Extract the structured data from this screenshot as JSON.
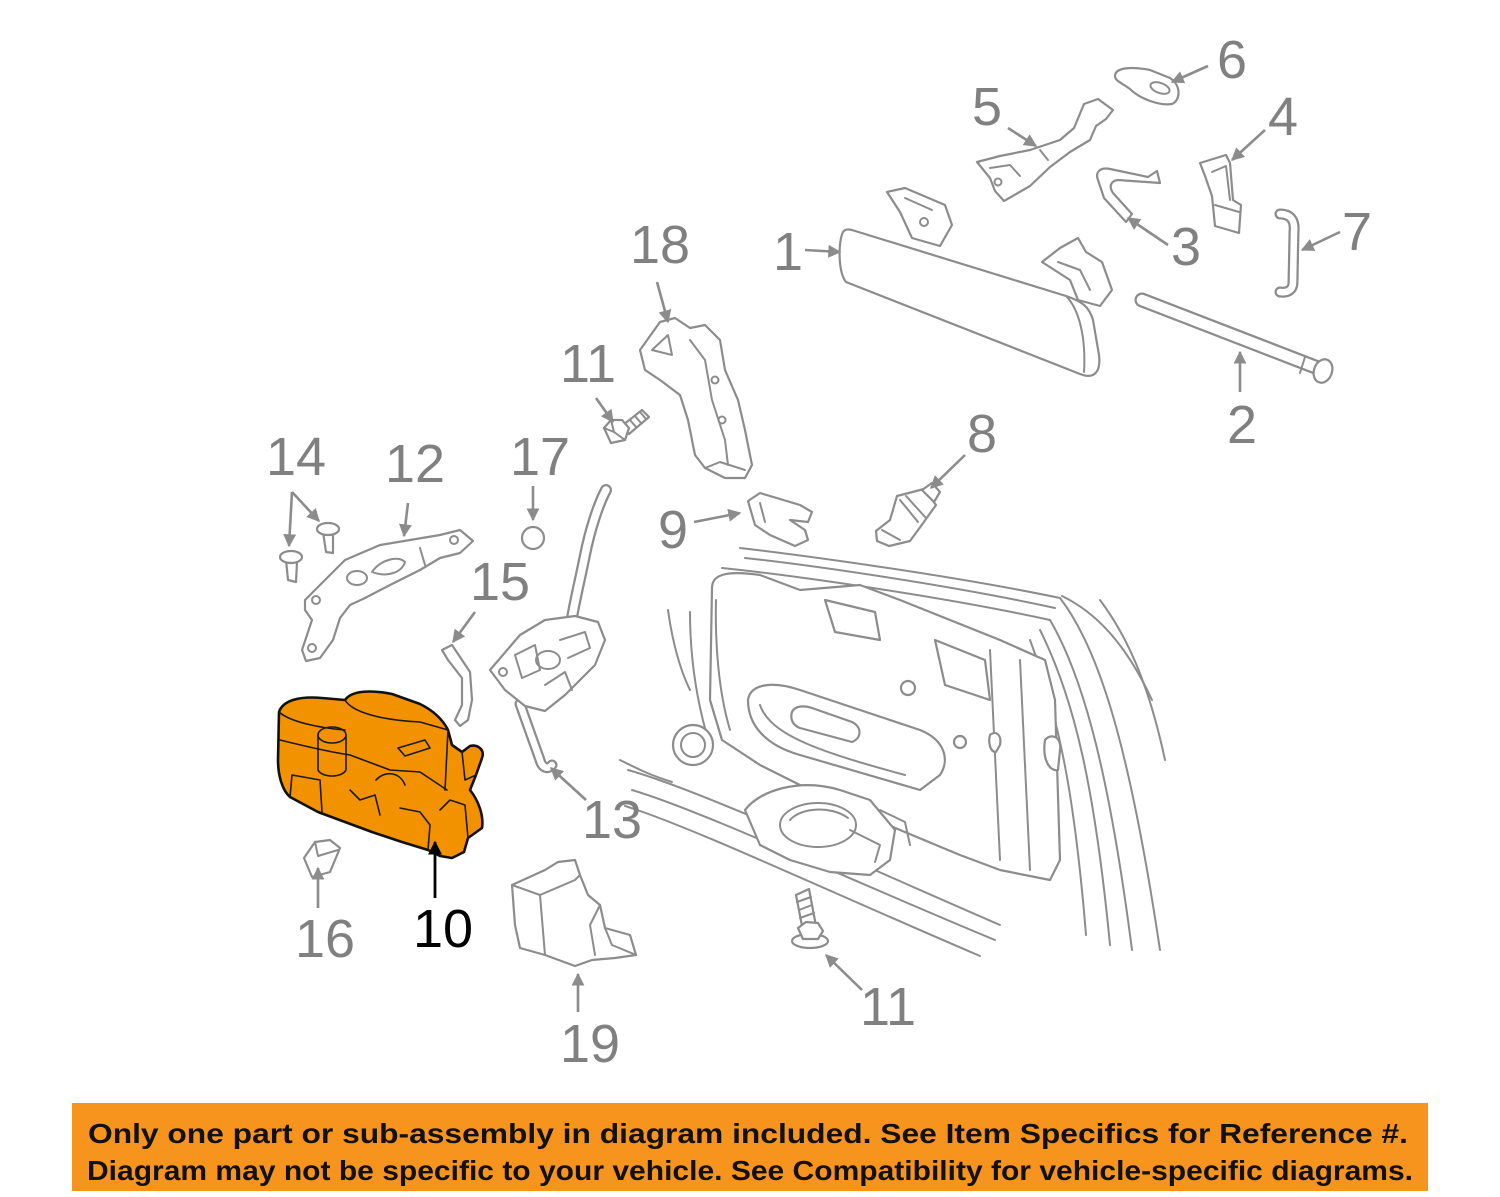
{
  "diagram": {
    "callout_labels": [
      "1",
      "2",
      "3",
      "4",
      "5",
      "6",
      "7",
      "8",
      "9",
      "10",
      "11",
      "11",
      "12",
      "13",
      "14",
      "15",
      "16",
      "17",
      "18",
      "19"
    ]
  },
  "banner": {
    "line1": "Only one part or sub-assembly in diagram included. See Item Specifics for Reference #.",
    "line2": "Diagram may not be specific to your vehicle. See Compatibility for vehicle-specific diagrams."
  },
  "colors": {
    "highlight_fill": "#F39200",
    "banner_fill": "#F7941D",
    "line_art": "#8C8C8C",
    "callout_text": "#808080",
    "highlight_callout": "#000000"
  }
}
